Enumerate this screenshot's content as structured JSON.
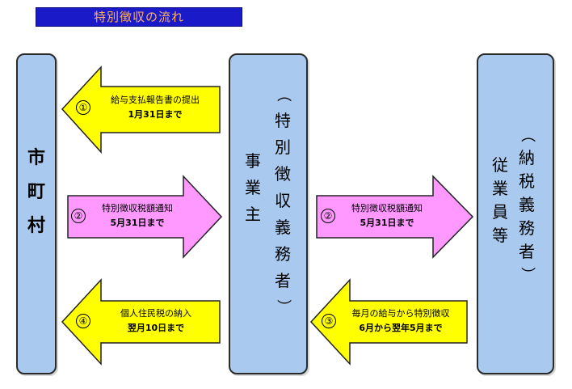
{
  "title": "特別徴収の流れ",
  "columns": {
    "city": {
      "label": "市町村",
      "chars": [
        "市",
        "町",
        "村"
      ]
    },
    "employer": {
      "main": "事業主",
      "main_chars": [
        "事",
        "業",
        "主"
      ],
      "sub": "（特別徴収義務者）",
      "sub_chars": [
        "特",
        "別",
        "徴",
        "収",
        "義",
        "務",
        "者"
      ]
    },
    "worker": {
      "main": "従業員等",
      "main_chars": [
        "従",
        "業",
        "員",
        "等"
      ],
      "sub": "（納税義務者）",
      "sub_chars": [
        "納",
        "税",
        "義",
        "務",
        "者"
      ]
    }
  },
  "arrows": [
    {
      "num": "①",
      "line1": "給与支払報告書の提出",
      "line2": "1月31日まで",
      "color": "#ffff00",
      "direction": "left"
    },
    {
      "num": "②",
      "line1": "特別徴収税額通知",
      "line2": "5月31日まで",
      "color": "#ff99ff",
      "direction": "right"
    },
    {
      "num": "④",
      "line1": "個人住民税の納入",
      "line2": "翌月10日まで",
      "color": "#ffff00",
      "direction": "left"
    },
    {
      "num": "②",
      "line1": "特別徴収税額通知",
      "line2": "5月31日まで",
      "color": "#ff99ff",
      "direction": "right"
    },
    {
      "num": "③",
      "line1": "毎月の給与から特別徴収",
      "line2": "6月から翌年5月まで",
      "color": "#ffff00",
      "direction": "left"
    }
  ]
}
